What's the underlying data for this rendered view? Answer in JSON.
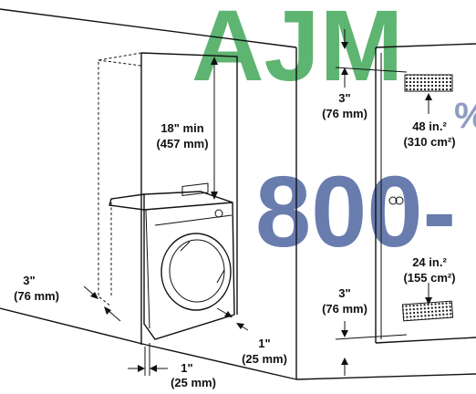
{
  "watermark": {
    "top_text": "AJM",
    "side_text": "%",
    "phone_text": "800-",
    "green": "#2e9e47",
    "blue": "#2e4a8f"
  },
  "dimensions": {
    "top_clearance": {
      "inch": "18\" min",
      "mm": "(457 mm)"
    },
    "rear_clearance": {
      "inch": "3\"",
      "mm": "(76 mm)"
    },
    "side_clearance": {
      "inch": "1\"",
      "mm": "(25 mm)"
    },
    "left_clearance": {
      "inch": "1\"",
      "mm": "(25 mm)"
    },
    "door_top_gap": {
      "inch": "3\"",
      "mm": "(76 mm)"
    },
    "door_bottom_gap": {
      "inch": "3\"",
      "mm": "(76 mm)"
    },
    "top_vent": {
      "area_in": "48 in.²",
      "area_cm": "(310 cm²)"
    },
    "bottom_vent": {
      "area_in": "24 in.²",
      "area_cm": "(155 cm²)"
    }
  }
}
